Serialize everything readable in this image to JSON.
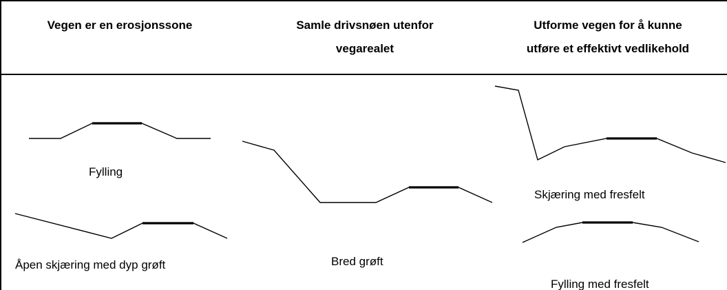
{
  "columns": {
    "col1": {
      "heading": "Vegen er en erosjonssone"
    },
    "col2": {
      "heading_line1": "Samle drivsnøen utenfor",
      "heading_line2": "vegarealet"
    },
    "col3": {
      "heading_line1": "Utforme vegen for å kunne",
      "heading_line2": "utføre et effektivt vedlikehold"
    }
  },
  "sections": {
    "fylling": {
      "label": "Fylling"
    },
    "apen_skjaering": {
      "label": "Åpen skjæring med dyp grøft"
    },
    "bred_groft": {
      "label": "Bred grøft"
    },
    "skjaering_fresfelt": {
      "label": "Skjæring med fresfelt"
    },
    "fylling_fresfelt": {
      "label": "Fylling med fresfelt"
    }
  }
}
